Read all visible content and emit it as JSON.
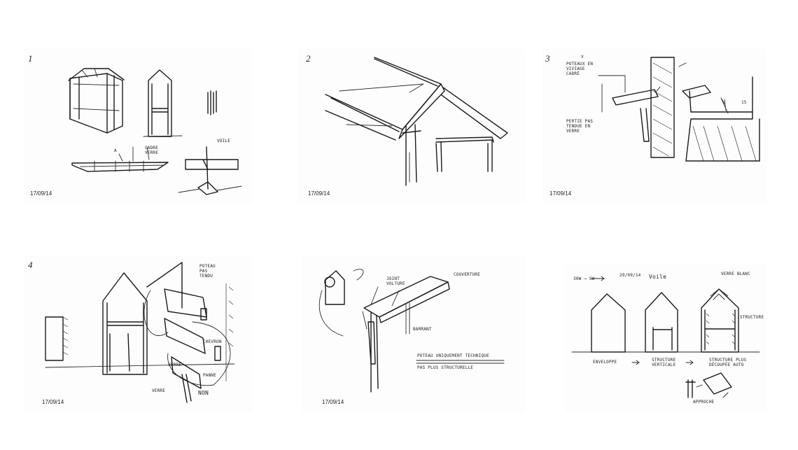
{
  "sketches": [
    {
      "number": "1",
      "labels": [
        "CADRE VERRE",
        "A",
        "VOILE"
      ],
      "date": "17/09/14"
    },
    {
      "number": "2",
      "labels": [],
      "date": "17/09/14"
    },
    {
      "number": "3",
      "labels": [
        "V",
        "POTEAUX EN VIVIAGE CADRÉ",
        "PERTIE PAS TENDUE EN VERRE",
        "15"
      ],
      "date": "17/09/14"
    },
    {
      "number": "4",
      "labels": [
        "POTEAU PAS TENDU",
        "CHEVRON",
        "VERRE",
        "PANNE",
        "VERRE",
        "NON"
      ],
      "date": "17/09/14"
    },
    {
      "number": "",
      "labels": [
        "JOINT VOLTURE",
        "COUVERTURE",
        "BARRANT",
        "POTEAU UNIQUEMENT TECHNIQUE",
        "PAS PLUS STRUCTURELLE"
      ],
      "date": "17/09/14"
    },
    {
      "number": "",
      "labels": [
        "30W → SW",
        "29/09/14",
        "Voile",
        "VERRE BLANC",
        "STRUCTURE",
        "ENVELOPPE",
        "STRUCTURE VERTICALE",
        "STRUCTURE PLUS DÉCOUPÉE AUTO",
        "APPROCHE"
      ],
      "date": ""
    }
  ]
}
